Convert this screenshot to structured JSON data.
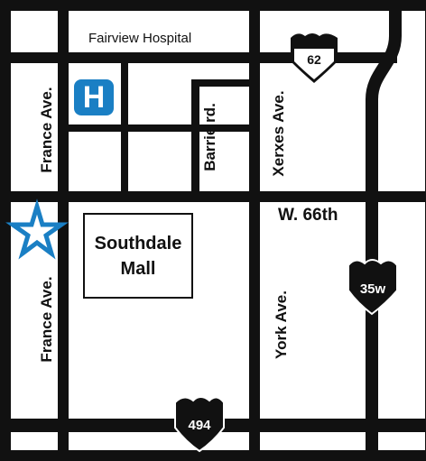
{
  "streets": {
    "fairview_hospital": "Fairview Hospital",
    "france_ave_north": "France Ave.",
    "france_ave_south": "France Ave.",
    "barrie_rd": "Barrie rd.",
    "xerxes_ave": "Xerxes Ave.",
    "w66th": "W. 66th",
    "york_ave": "York Ave."
  },
  "landmarks": {
    "mall_line1": "Southdale",
    "mall_line2": "Mall",
    "hospital_icon": "hospital-icon",
    "location_marker": "star-icon"
  },
  "highways": {
    "hwy62": "62",
    "hwy35w": "35w",
    "hwy494": "494"
  },
  "colors": {
    "road": "#111111",
    "background": "#ffffff",
    "hospital_blue": "#1a7fc4",
    "star_blue": "#1a7fc4",
    "shield": "#111111"
  }
}
